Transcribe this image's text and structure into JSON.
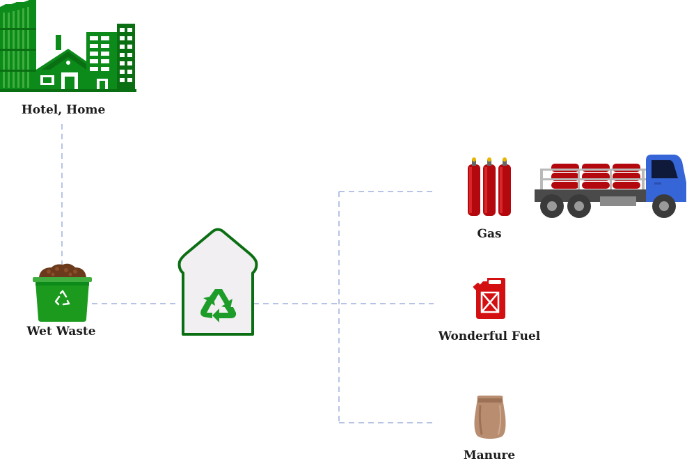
{
  "nodes": {
    "source": {
      "label": "Hotel, Home",
      "icon": "city-buildings-icon"
    },
    "wet_waste": {
      "label": "Wet Waste",
      "icon": "recycle-bin-icon"
    },
    "processing": {
      "icon": "recycling-plant-icon"
    },
    "gas": {
      "label": "Gas",
      "icon": "gas-cylinders-icon",
      "extra_icon": "truck-icon"
    },
    "fuel": {
      "label": "Wonderful Fuel",
      "icon": "fuel-can-icon"
    },
    "manure": {
      "label": "Manure",
      "icon": "manure-sack-icon"
    }
  },
  "colors": {
    "green_dark": "#0a6e12",
    "green_mid": "#0c8a1a",
    "green_light": "#3fae3f",
    "connector": "#b7c3e4",
    "red": "#d40f12",
    "cylinder_red": "#b3080d",
    "truck_blue": "#3565d6",
    "sack_brown": "#b98d6f"
  }
}
